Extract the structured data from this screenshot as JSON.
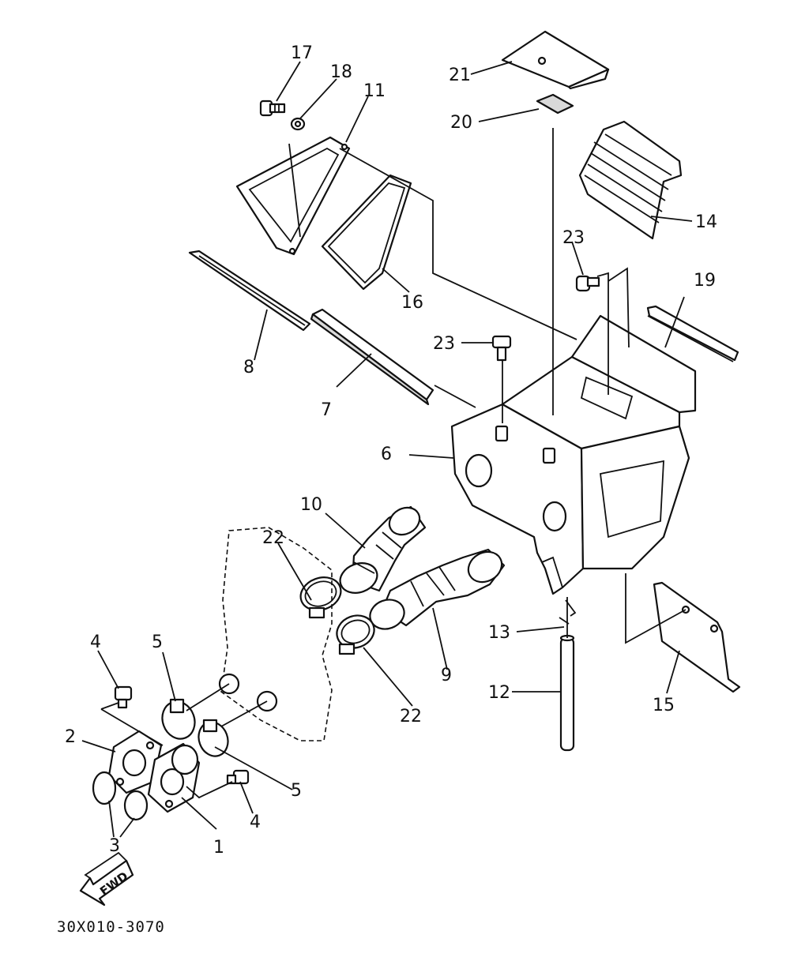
{
  "callouts": {
    "c1": "1",
    "c2": "2",
    "c3": "3",
    "c4a": "4",
    "c4b": "4",
    "c5a": "5",
    "c5b": "5",
    "c6": "6",
    "c7": "7",
    "c8": "8",
    "c9": "9",
    "c10": "10",
    "c11": "11",
    "c12": "12",
    "c13": "13",
    "c14": "14",
    "c15": "15",
    "c16": "16",
    "c17": "17",
    "c18": "18",
    "c19": "19",
    "c20": "20",
    "c21": "21",
    "c22a": "22",
    "c22b": "22",
    "c23a": "23",
    "c23b": "23"
  },
  "fwd_label": "FWD",
  "diagram_code": "30X010-3070"
}
